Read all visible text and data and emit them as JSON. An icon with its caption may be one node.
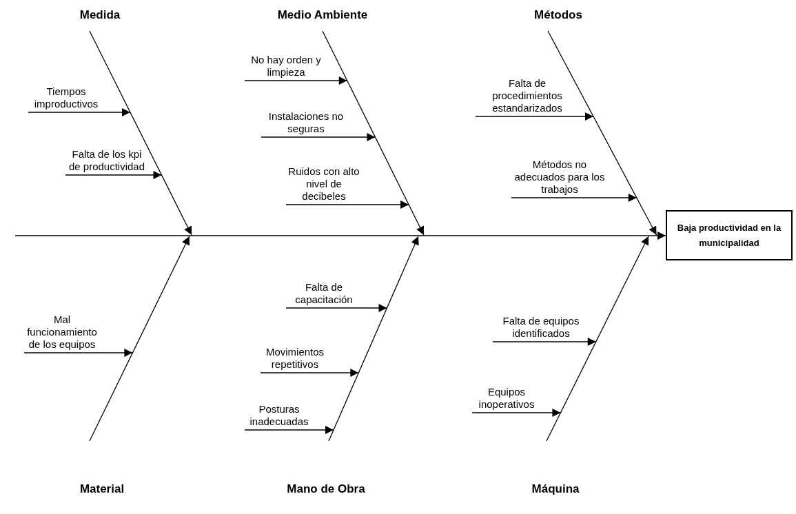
{
  "diagram": {
    "nodes": [
      {
        "text": [],
        "shape": "line",
        "beside": [
          "Medida"
        ]
      },
      {
        "text": [
          "Tiempos improductivos"
        ]
      },
      {
        "text": [
          "Falta de los kpi de productividad"
        ]
      },
      {
        "text": [],
        "shape": "line",
        "beside": [
          "Medio Ambiente"
        ]
      },
      {
        "text": [
          "No hay orden y limpieza"
        ]
      },
      {
        "text": [
          "Instalaciones no seguras"
        ]
      },
      {
        "text": [
          "Ruidos con alto nivel de decibeles"
        ]
      },
      {
        "text": [],
        "shape": "line",
        "beside": [
          "Métodos"
        ]
      },
      {
        "text": [
          "Falta de procedimientos estandarizados"
        ]
      },
      {
        "text": [
          "Métodos no adecuados para los trabajos"
        ]
      },
      {
        "text": [],
        "shape": "line"
      },
      {
        "text": [
          "Baja productividad en la municipalidad"
        ]
      },
      {
        "text": [],
        "shape": "line",
        "beside": [
          "Material"
        ]
      },
      {
        "text": [
          "Mal funcionamiento de los equipos"
        ]
      },
      {
        "text": [],
        "shape": "line",
        "beside": [
          "Mano de Obra"
        ]
      },
      {
        "text": [
          "Falta de capacitación"
        ]
      },
      {
        "text": [
          "Movimientos repetitivos"
        ]
      },
      {
        "text": [
          "Posturas inadecuadas"
        ]
      },
      {
        "text": [],
        "shape": "line",
        "beside": [
          "Máquina"
        ]
      },
      {
        "text": [
          "Falta de equipos identificados"
        ]
      },
      {
        "text": [
          "Equipos inoperativos"
        ]
      }
    ],
    "edges": [
      {
        "from": 1,
        "to": 0,
        "arrow": "to"
      },
      {
        "from": 2,
        "to": 0,
        "arrow": "to"
      },
      {
        "from": 4,
        "to": 3,
        "arrow": "to"
      },
      {
        "from": 5,
        "to": 3,
        "arrow": "to"
      },
      {
        "from": 6,
        "to": 3,
        "arrow": "to"
      },
      {
        "from": 8,
        "to": 7,
        "arrow": "to"
      },
      {
        "from": 9,
        "to": 7,
        "arrow": "to"
      },
      {
        "from": 0,
        "to": 10,
        "arrow": "to"
      },
      {
        "from": 3,
        "to": 10,
        "arrow": "to"
      },
      {
        "from": 7,
        "to": 10,
        "arrow": "to"
      },
      {
        "from": 12,
        "to": 10,
        "arrow": "to"
      },
      {
        "from": 14,
        "to": 10,
        "arrow": "to"
      },
      {
        "from": 18,
        "to": 10,
        "arrow": "to"
      },
      {
        "from": 10,
        "to": 11,
        "arrow": "to"
      },
      {
        "from": 13,
        "to": 12,
        "arrow": "to"
      },
      {
        "from": 15,
        "to": 14,
        "arrow": "to"
      },
      {
        "from": 16,
        "to": 14,
        "arrow": "to"
      },
      {
        "from": 17,
        "to": 14,
        "arrow": "to"
      },
      {
        "from": 19,
        "to": 18,
        "arrow": "to"
      },
      {
        "from": 20,
        "to": 18,
        "arrow": "to"
      }
    ]
  }
}
